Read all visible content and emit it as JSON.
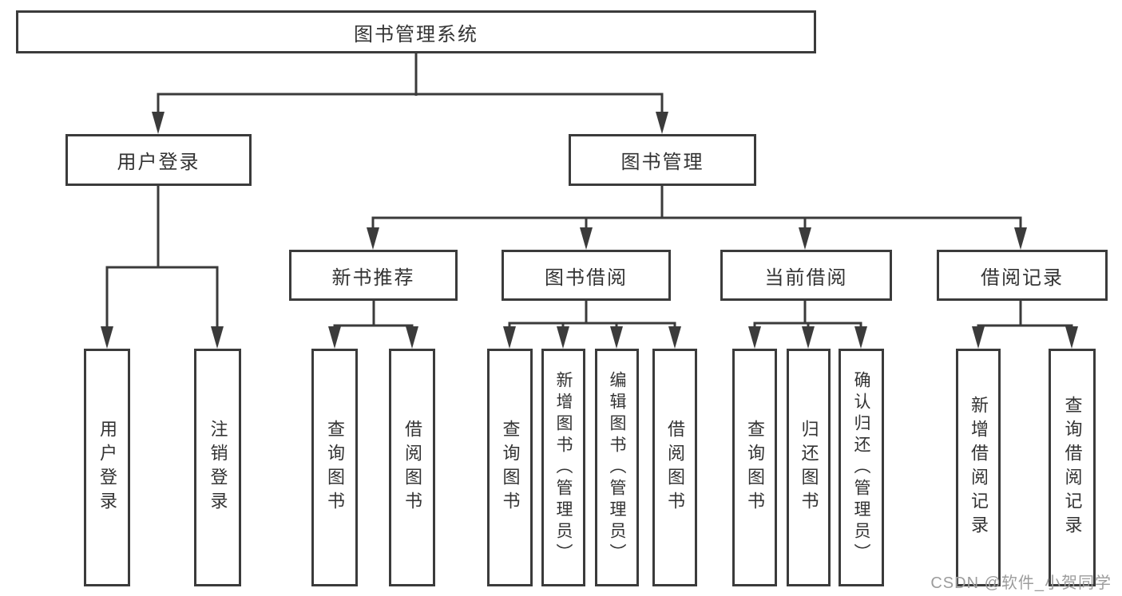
{
  "diagram": {
    "tree": {
      "label": "图书管理系统",
      "children": [
        {
          "label": "用户登录",
          "children": [
            {
              "label": "用户登录"
            },
            {
              "label": "注销登录"
            }
          ]
        },
        {
          "label": "图书管理",
          "children": [
            {
              "label": "新书推荐",
              "children": [
                {
                  "label": "查询图书"
                },
                {
                  "label": "借阅图书"
                }
              ]
            },
            {
              "label": "图书借阅",
              "children": [
                {
                  "label": "查询图书"
                },
                {
                  "label": "新增图书（管理员）"
                },
                {
                  "label": "编辑图书（管理员）"
                },
                {
                  "label": "借阅图书"
                }
              ]
            },
            {
              "label": "当前借阅",
              "children": [
                {
                  "label": "查询图书"
                },
                {
                  "label": "归还图书"
                },
                {
                  "label": "确认归还（管理员）"
                }
              ]
            },
            {
              "label": "借阅记录",
              "children": [
                {
                  "label": "新增借阅记录"
                },
                {
                  "label": "查询借阅记录"
                }
              ]
            }
          ]
        }
      ]
    },
    "watermark": "CSDN @软件_小贺同学",
    "colors": {
      "line": "#3b3b3b",
      "text": "#333333",
      "watermark": "#9c9c9c",
      "background": "#ffffff"
    }
  }
}
